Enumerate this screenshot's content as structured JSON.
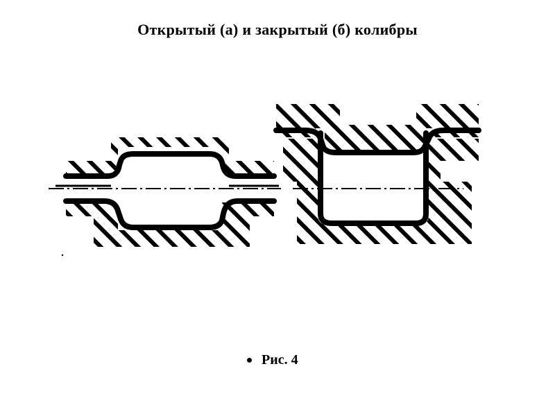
{
  "slide": {
    "title": "Открытый (а) и закрытый (б) колибры",
    "caption": "Рис. 4"
  },
  "figure": {
    "ink_color": "#000000",
    "background_color": "#ffffff",
    "panels": [
      "open-pass",
      "closed-pass"
    ]
  }
}
